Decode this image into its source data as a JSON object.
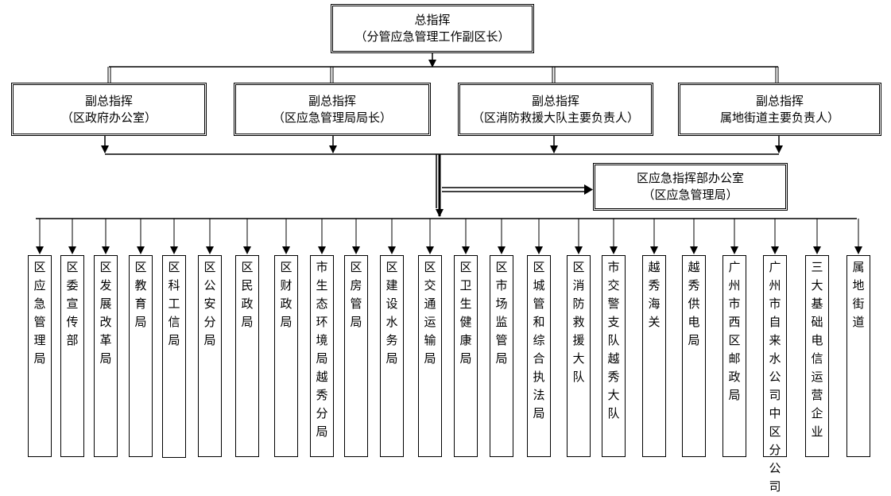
{
  "commander": {
    "title": "总指挥",
    "role": "（分管应急管理工作副区长）"
  },
  "deputies": [
    {
      "title": "副总指挥",
      "role": "（区政府办公室）"
    },
    {
      "title": "副总指挥",
      "role": "（区应急管理局局长）"
    },
    {
      "title": "副总指挥",
      "role": "（区消防救援大队主要负责人）"
    },
    {
      "title": "副总指挥",
      "role": "属地街道主要负责人）"
    }
  ],
  "office": {
    "title": "区应急指挥部办公室",
    "role": "（区应急管理局）"
  },
  "units": [
    "区应急管理局",
    "区委宣传部",
    "区发展改革局",
    "区教育局",
    "区科工信局",
    "区公安分局",
    "区民政局",
    "区财政局",
    "市生态环境局越秀分局",
    "区房管局",
    "区建设水务局",
    "区交通运输局",
    "区卫生健康局",
    "区市场监管局",
    "区城管和综合执法局",
    "区消防救援大队",
    "市交警支队越秀大队",
    "越秀海关",
    "越秀供电局",
    "广州市西区邮政局",
    "广州市自来水公司中区分公司",
    "三大基础电信运营企业",
    "属地街道"
  ]
}
